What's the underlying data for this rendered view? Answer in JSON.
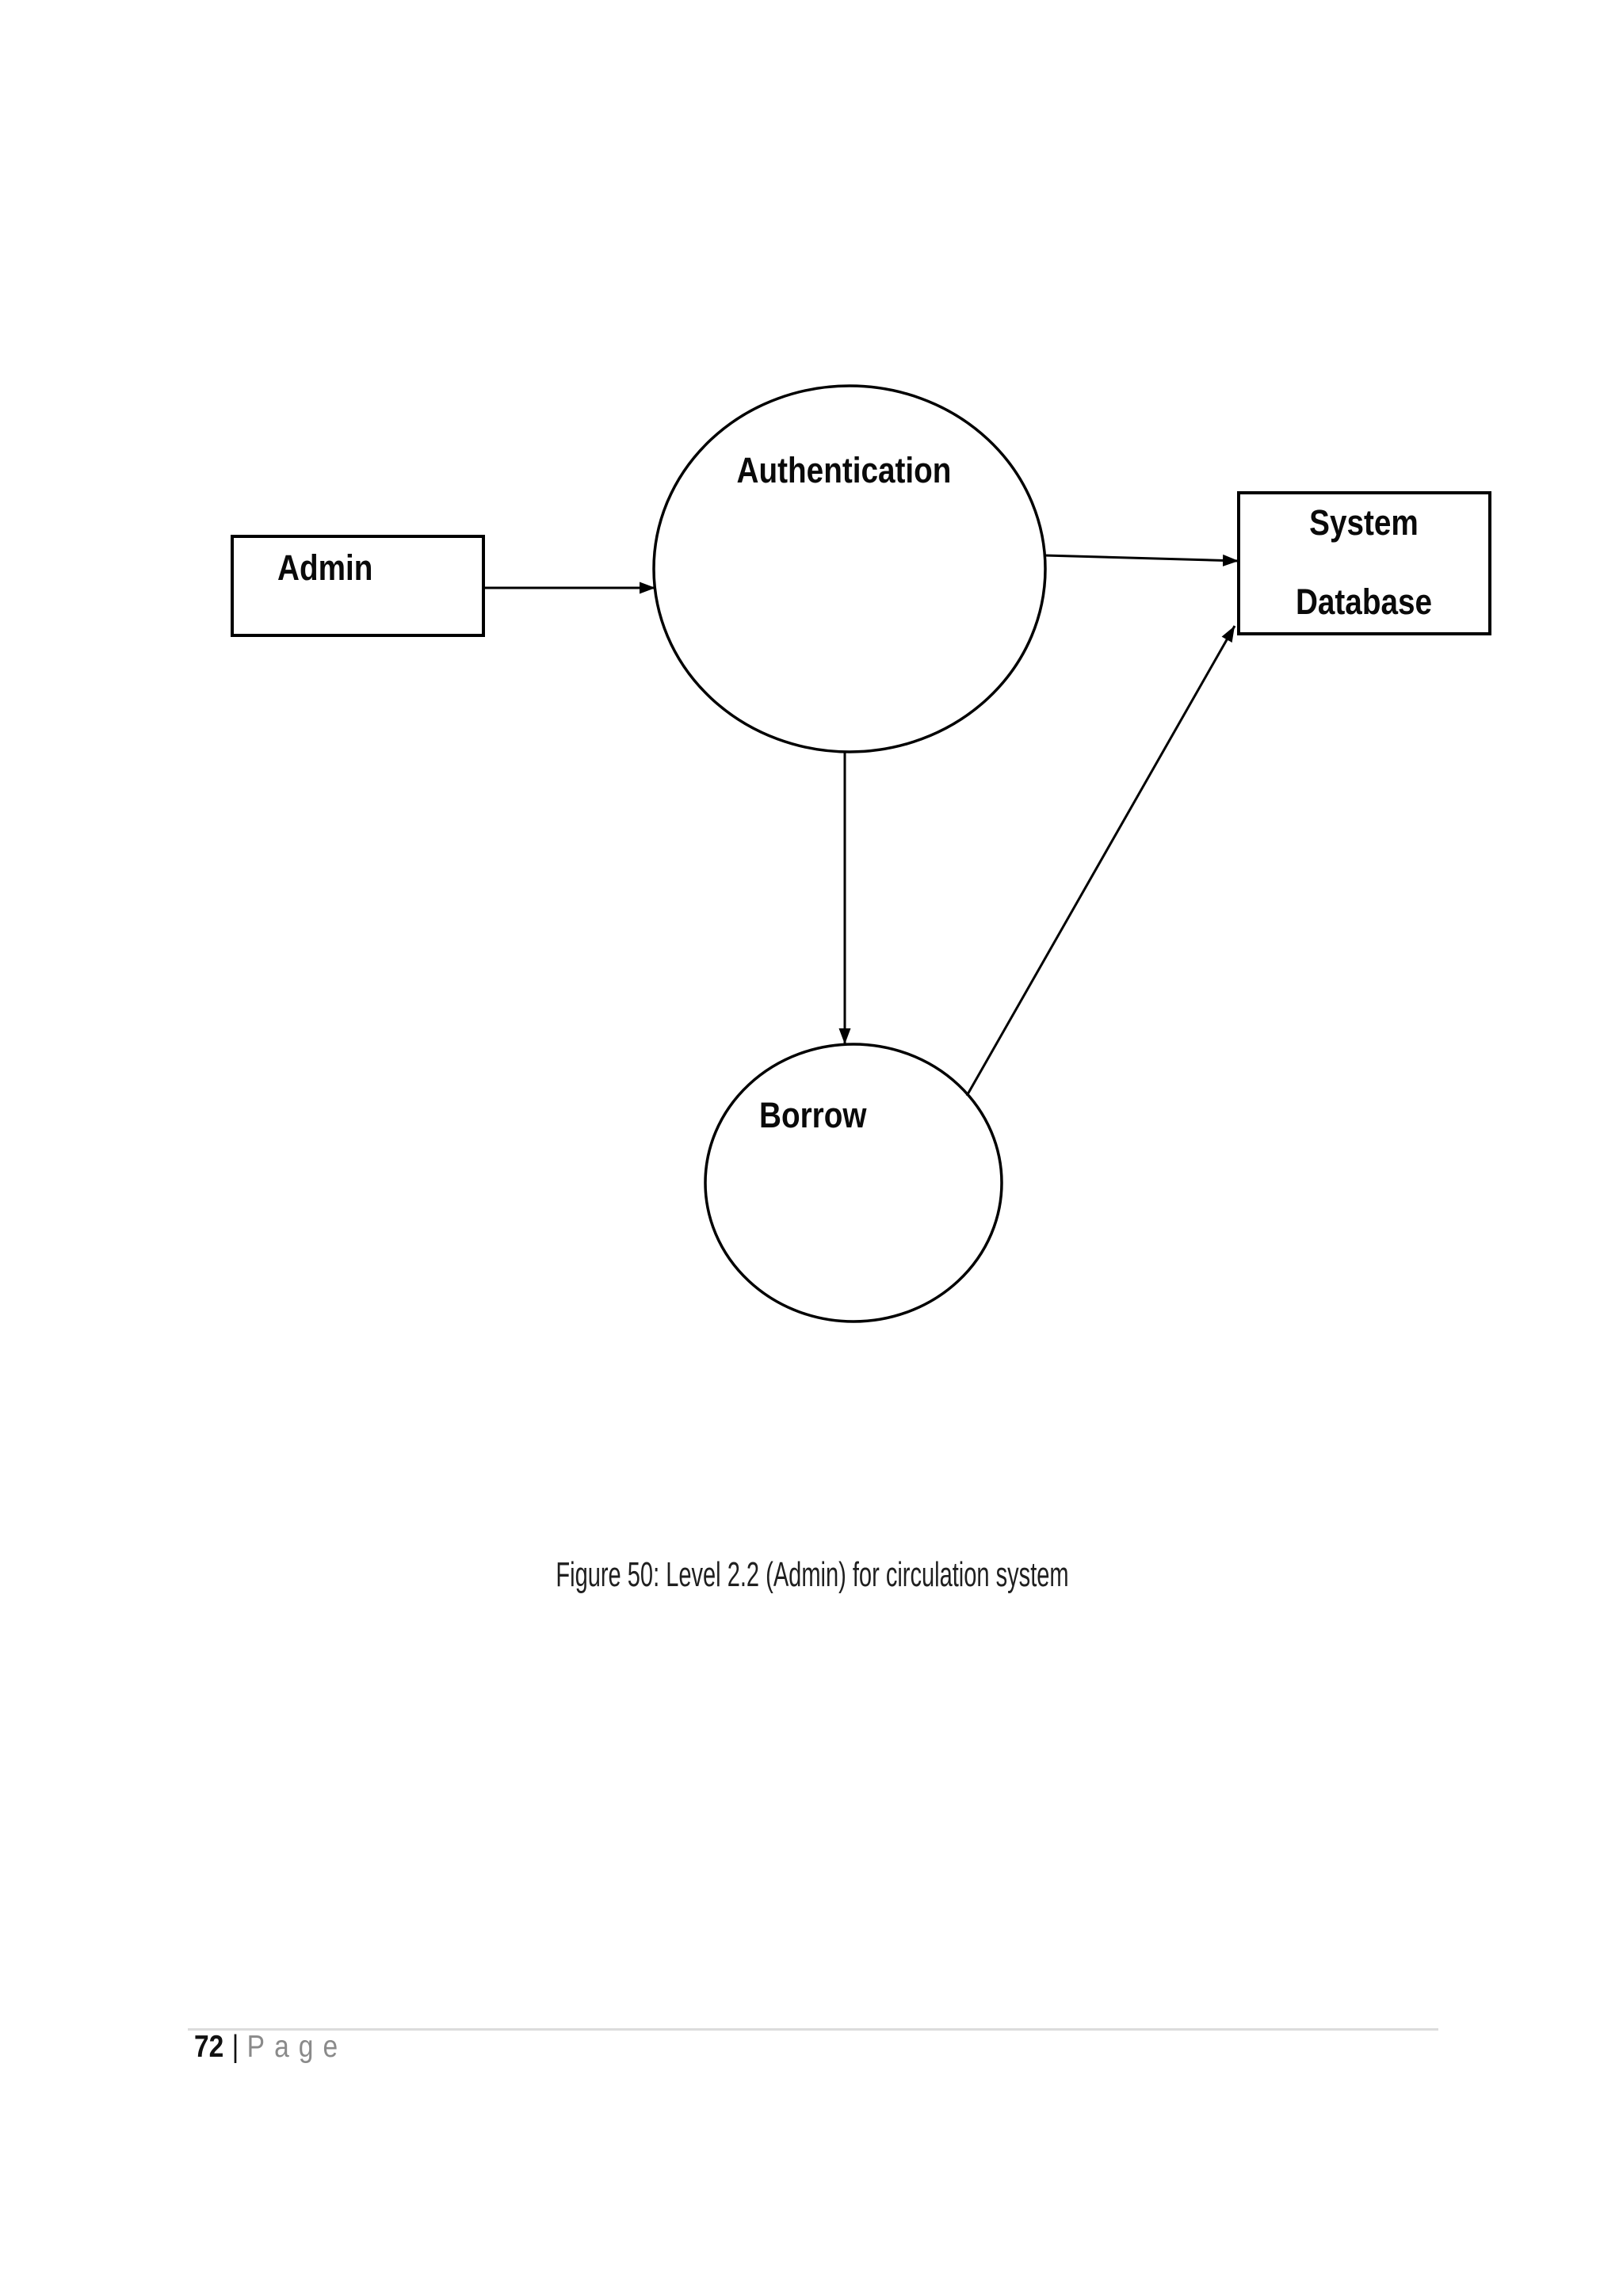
{
  "page": {
    "caption": "Figure 50: Level 2.2 (Admin) for circulation system",
    "footer": {
      "page_number": "72",
      "separator": "|",
      "page_label": "Page"
    }
  },
  "diagram": {
    "nodes": {
      "admin": {
        "label": "Admin",
        "shape": "rectangle"
      },
      "authentication": {
        "label": "Authentication",
        "shape": "circle"
      },
      "system_database": {
        "line1": "System",
        "line2": "Database",
        "shape": "rectangle"
      },
      "borrow": {
        "label": "Borrow",
        "shape": "circle"
      }
    },
    "edges": [
      {
        "from": "Admin",
        "to": "Authentication"
      },
      {
        "from": "Authentication",
        "to": "System Database"
      },
      {
        "from": "Authentication",
        "to": "Borrow"
      },
      {
        "from": "Borrow",
        "to": "System Database"
      }
    ],
    "stroke_color": "#000000"
  },
  "colors": {
    "page_background": "#ffffff",
    "footer_rule": "#dcdcdc",
    "footer_gray": "#8a8a8a",
    "caption_text": "#1f1f1f"
  }
}
